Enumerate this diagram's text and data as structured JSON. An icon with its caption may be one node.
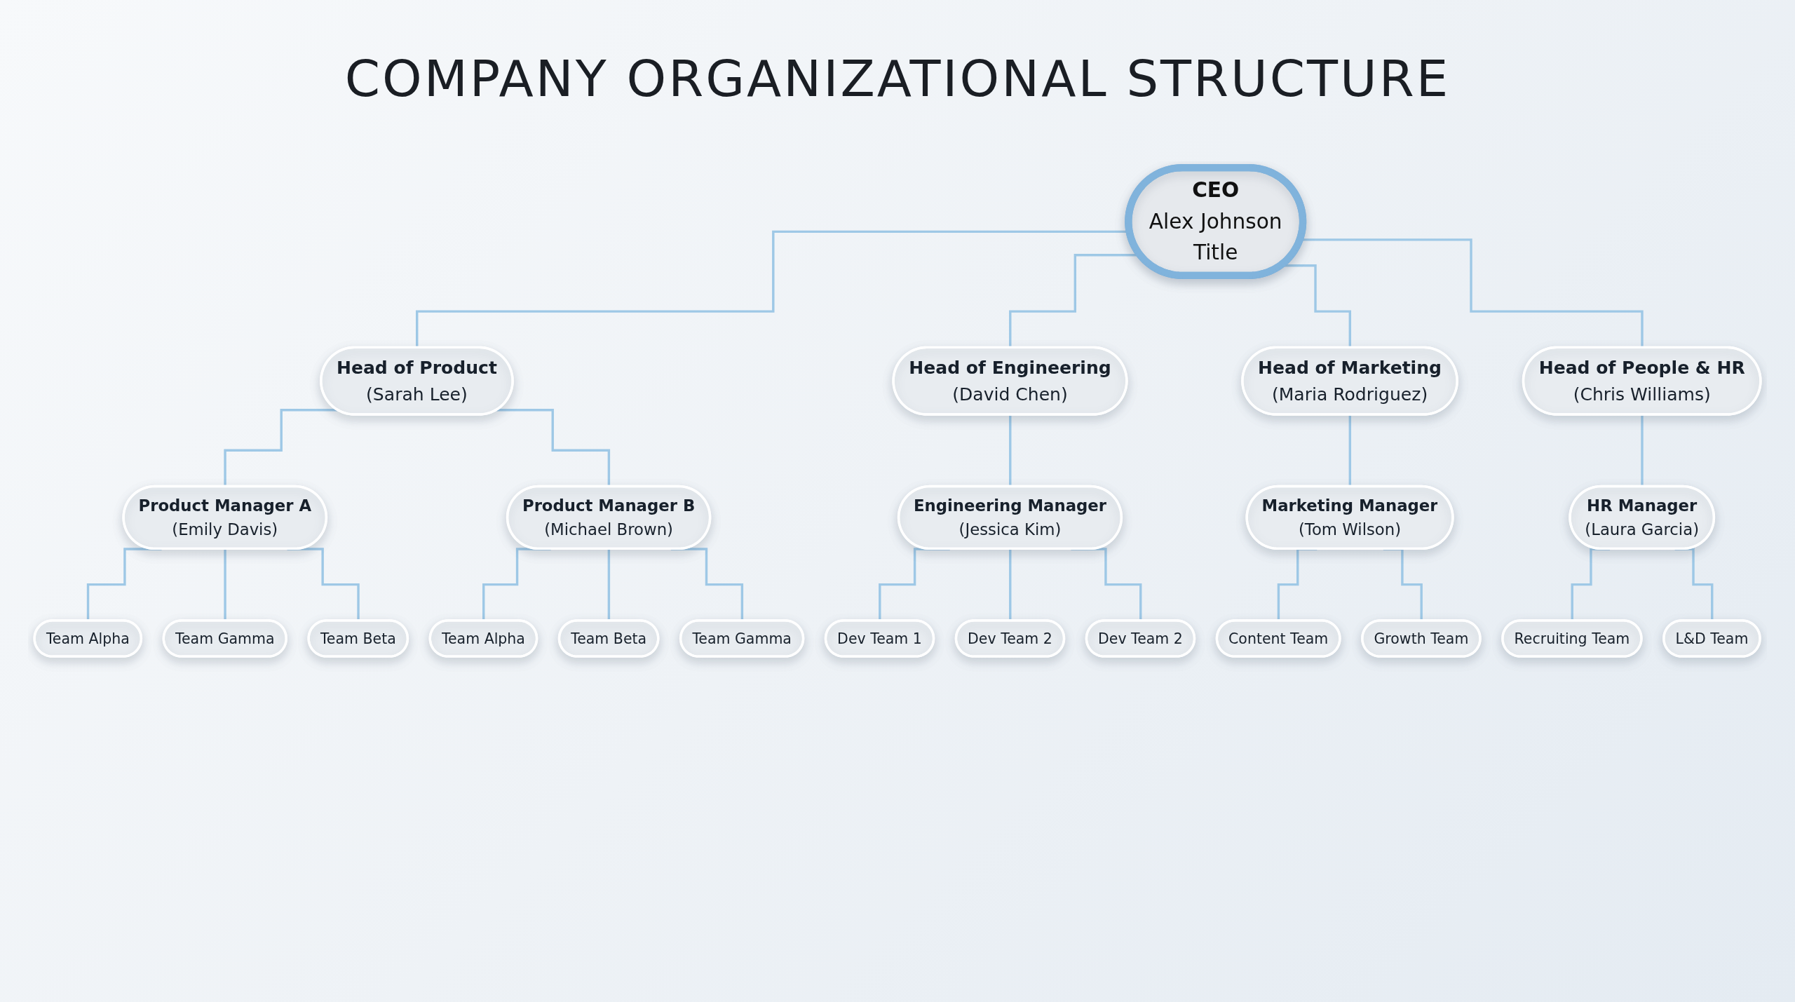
{
  "diagram": {
    "title": "COMPANY ORGANIZATIONAL STRUCTURE",
    "nodes": [
      {
        "text": [
          "CEO",
          "Alex Johnson",
          "Title"
        ]
      },
      {
        "text": [
          "Head of Product",
          "(Sarah Lee)"
        ]
      },
      {
        "text": [
          "Head of Engineering",
          "(David Chen)"
        ]
      },
      {
        "text": [
          "Head of Marketing",
          "(Maria Rodriguez)"
        ]
      },
      {
        "text": [
          "Head of People & HR",
          "(Chris Williams)"
        ]
      },
      {
        "text": [
          "Product Manager A",
          "(Emily Davis)"
        ]
      },
      {
        "text": [
          "Product Manager B",
          "(Michael Brown)"
        ]
      },
      {
        "text": [
          "Engineering Manager",
          "(Jessica Kim)"
        ]
      },
      {
        "text": [
          "Marketing Manager",
          "(Tom Wilson)"
        ]
      },
      {
        "text": [
          "HR Manager",
          "(Laura Garcia)"
        ]
      },
      {
        "text": [
          "Team Alpha"
        ]
      },
      {
        "text": [
          "Team Gamma"
        ]
      },
      {
        "text": [
          "Team Beta"
        ]
      },
      {
        "text": [
          "Team Alpha"
        ]
      },
      {
        "text": [
          "Team Beta"
        ]
      },
      {
        "text": [
          "Team Gamma"
        ]
      },
      {
        "text": [
          "Dev Team 1"
        ]
      },
      {
        "text": [
          "Dev Team 2"
        ]
      },
      {
        "text": [
          "Dev Team 2"
        ]
      },
      {
        "text": [
          "Content Team"
        ]
      },
      {
        "text": [
          "Growth Team"
        ]
      },
      {
        "text": [
          "Recruiting Team"
        ]
      },
      {
        "text": [
          "L&D Team"
        ]
      }
    ],
    "edges": [
      {
        "from": 0,
        "to": 1,
        "arrow": "none"
      },
      {
        "from": 0,
        "to": 2,
        "arrow": "none"
      },
      {
        "from": 0,
        "to": 3,
        "arrow": "none"
      },
      {
        "from": 0,
        "to": 4,
        "arrow": "none"
      },
      {
        "from": 1,
        "to": 5,
        "arrow": "none"
      },
      {
        "from": 1,
        "to": 6,
        "arrow": "none"
      },
      {
        "from": 2,
        "to": 7,
        "arrow": "none"
      },
      {
        "from": 3,
        "to": 8,
        "arrow": "none"
      },
      {
        "from": 4,
        "to": 9,
        "arrow": "none"
      },
      {
        "from": 5,
        "to": 10,
        "arrow": "none"
      },
      {
        "from": 5,
        "to": 11,
        "arrow": "none"
      },
      {
        "from": 5,
        "to": 12,
        "arrow": "none"
      },
      {
        "from": 6,
        "to": 13,
        "arrow": "none"
      },
      {
        "from": 6,
        "to": 14,
        "arrow": "none"
      },
      {
        "from": 6,
        "to": 15,
        "arrow": "none"
      },
      {
        "from": 7,
        "to": 16,
        "arrow": "none"
      },
      {
        "from": 7,
        "to": 17,
        "arrow": "none"
      },
      {
        "from": 7,
        "to": 18,
        "arrow": "none"
      },
      {
        "from": 8,
        "to": 19,
        "arrow": "none"
      },
      {
        "from": 8,
        "to": 20,
        "arrow": "none"
      },
      {
        "from": 9,
        "to": 21,
        "arrow": "none"
      },
      {
        "from": 9,
        "to": 22,
        "arrow": "none"
      }
    ]
  }
}
